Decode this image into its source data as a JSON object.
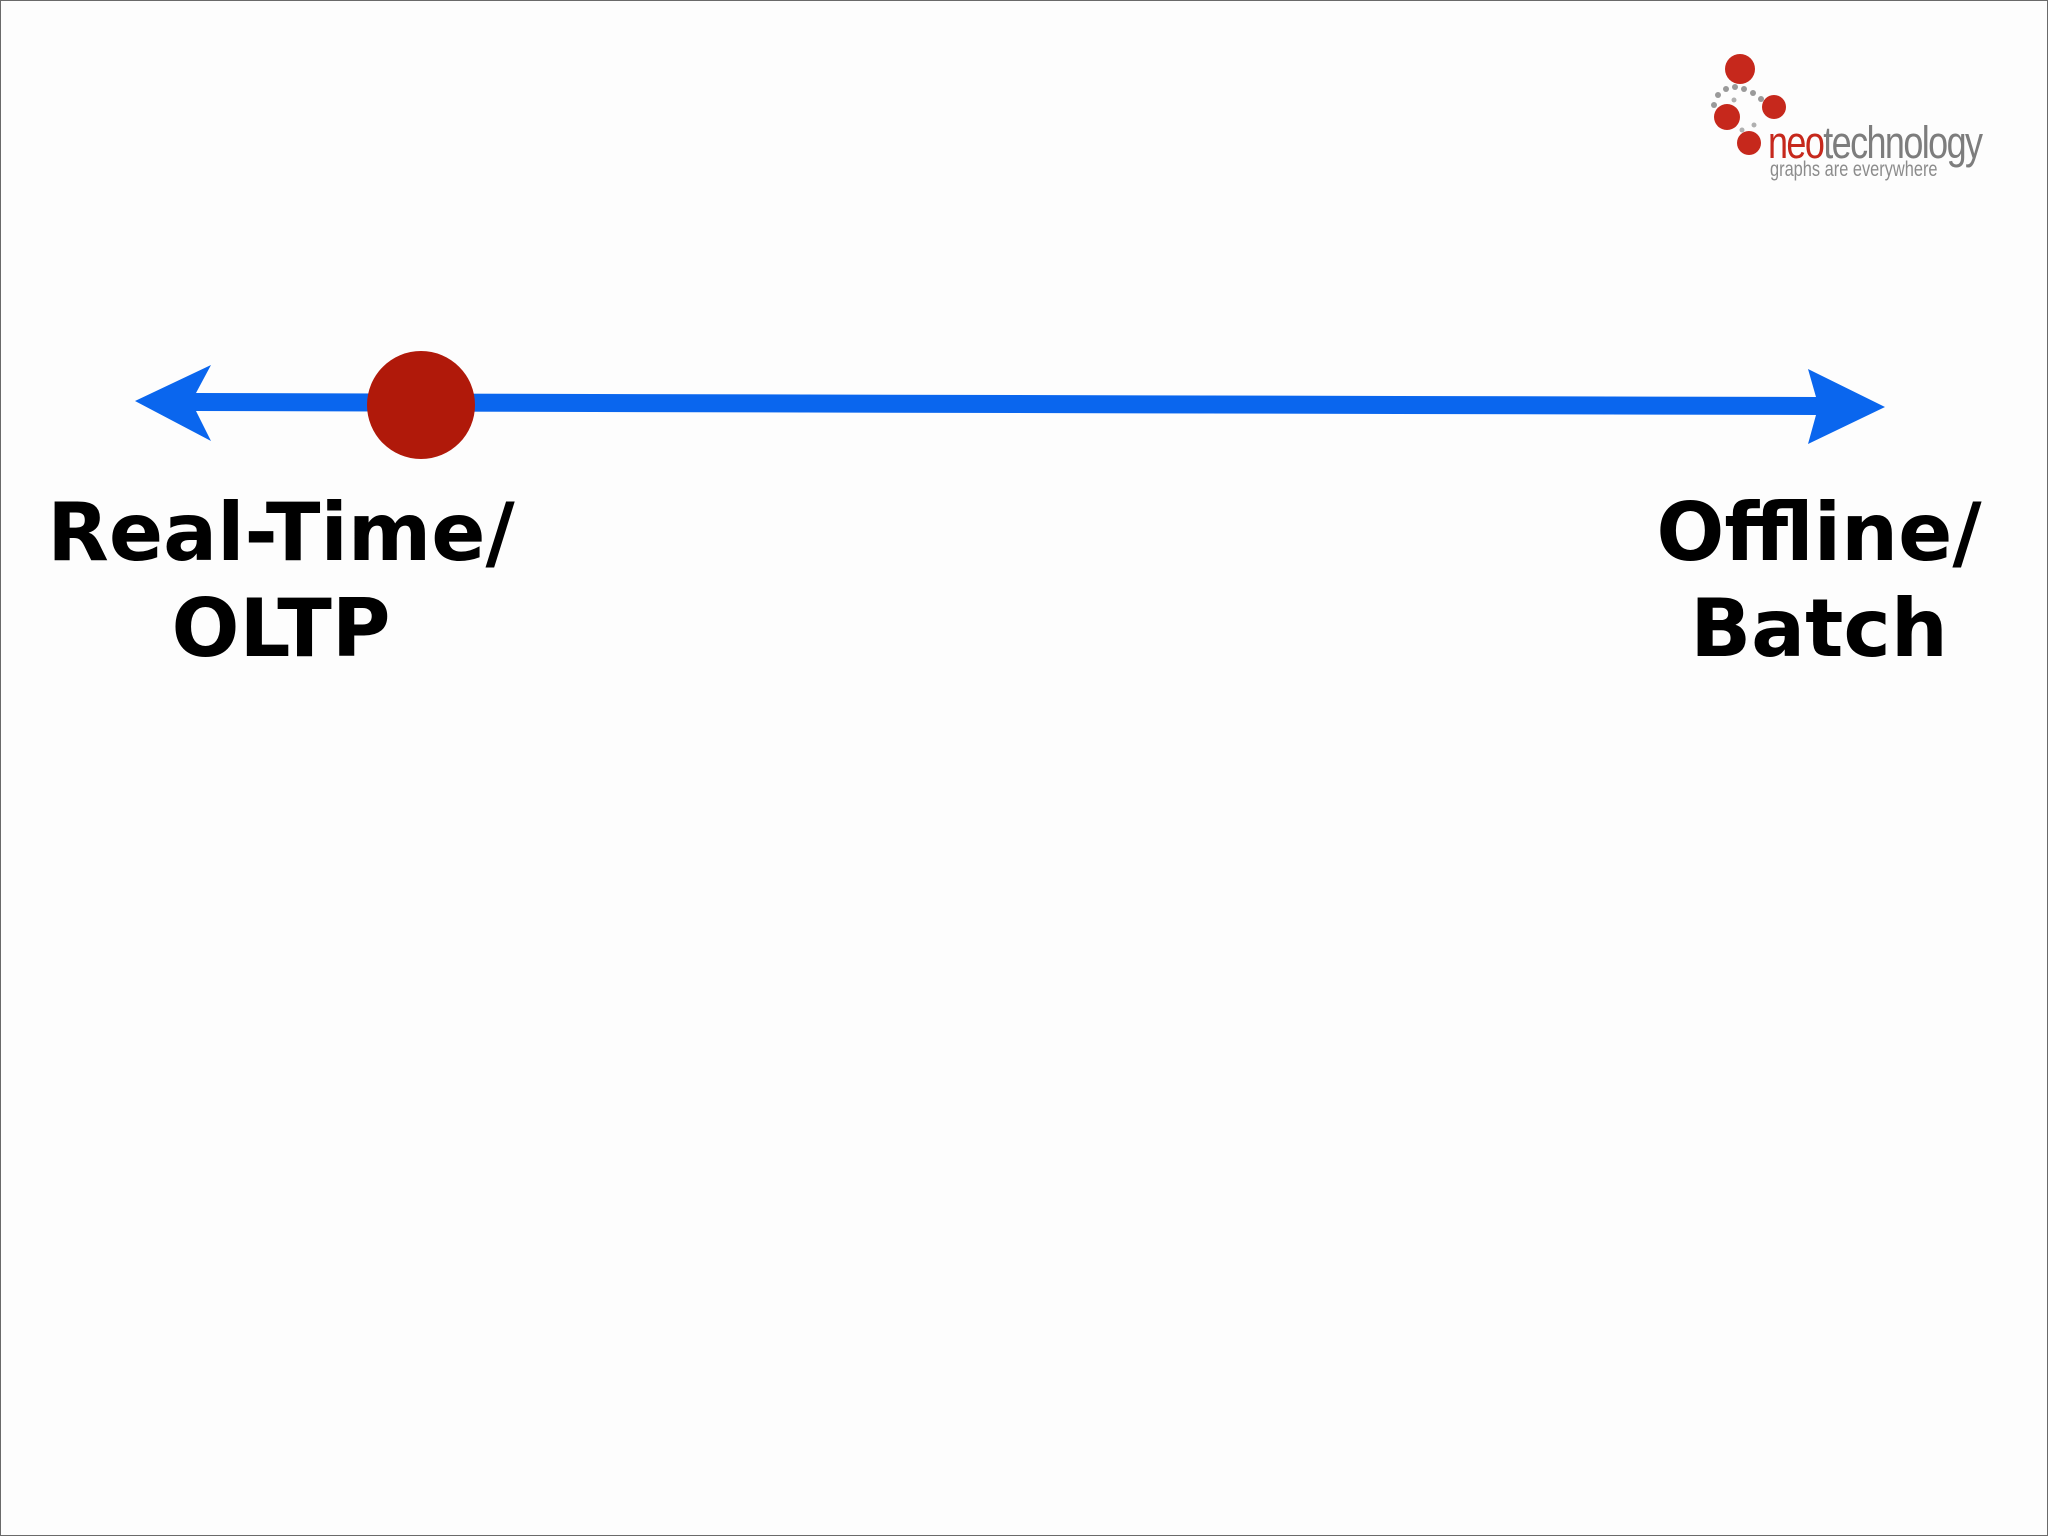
{
  "diagram": {
    "left_pole": {
      "line1": "Real-Time/",
      "line2": "OLTP"
    },
    "right_pole": {
      "line1": "Offline/",
      "line2": "Batch"
    },
    "marker": {
      "position": "near real-time end"
    }
  },
  "logo": {
    "brand_part1": "neo",
    "brand_part2": "technology",
    "tagline": "graphs are everywhere"
  },
  "colors": {
    "axis": "#0a66ee",
    "marker": "#b0190a",
    "text": "#000000",
    "logo_red": "#c6281c",
    "logo_gray": "#7d7d7d"
  },
  "icons": [
    "double-arrow-axis",
    "marker-dot",
    "neo-dots-logo-icon"
  ]
}
